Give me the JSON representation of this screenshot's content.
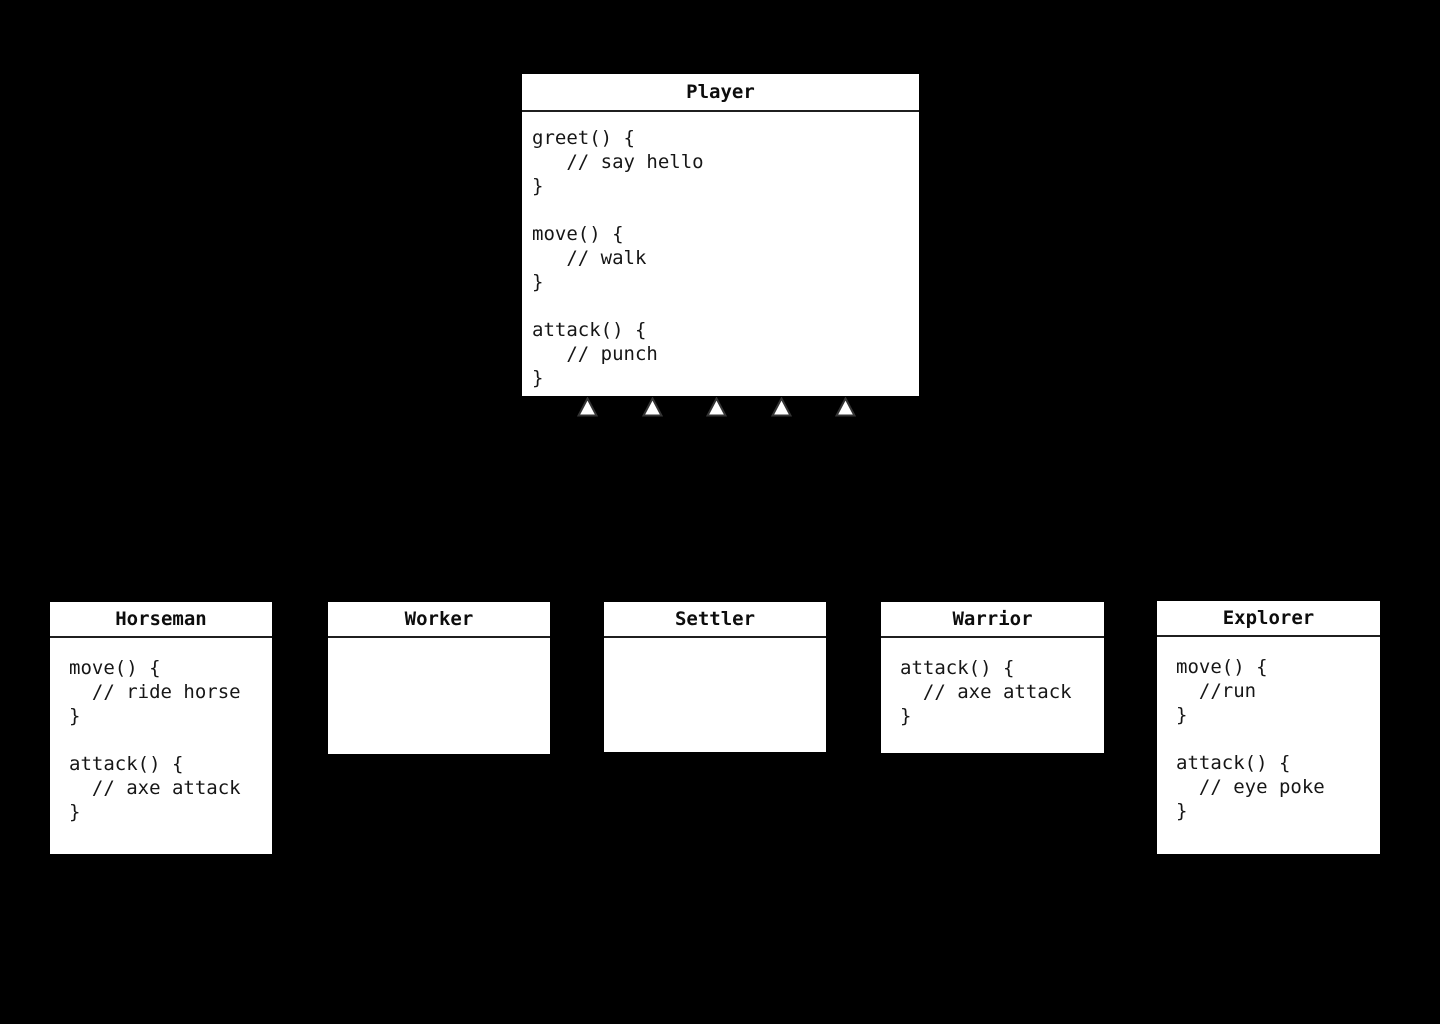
{
  "diagram": {
    "type": "class-inheritance",
    "colors": {
      "background": "#000000",
      "box_fill": "#ffffff",
      "text": "#161616",
      "divider": "#1f1f1f",
      "arrow_fill": "#ffffff",
      "arrow_stroke": "#333333"
    },
    "parent": {
      "title": "Player",
      "code": "greet() {\n   // say hello\n}\n\nmove() {\n   // walk\n}\n\nattack() {\n   // punch\n}"
    },
    "children": [
      {
        "title": "Horseman",
        "code": "move() {\n  // ride horse\n}\n\nattack() {\n  // axe attack\n}"
      },
      {
        "title": "Worker",
        "code": ""
      },
      {
        "title": "Settler",
        "code": ""
      },
      {
        "title": "Warrior",
        "code": "attack() {\n  // axe attack\n}"
      },
      {
        "title": "Explorer",
        "code": "move() {\n  //run\n}\n\nattack() {\n  // eye poke\n}"
      }
    ],
    "inheritance_arrows": {
      "count": 5,
      "symbol": "hollow-triangle-up",
      "meaning": "children inherit from Player"
    }
  }
}
